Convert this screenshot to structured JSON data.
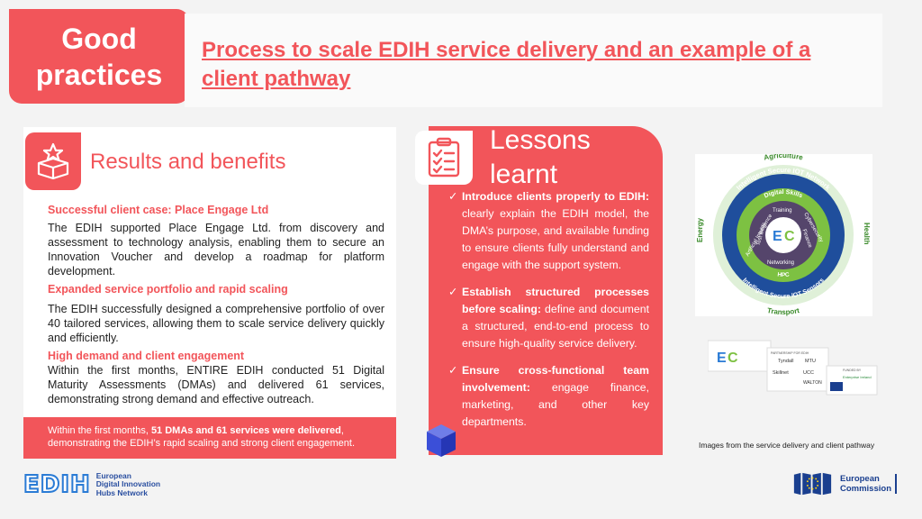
{
  "badge": {
    "line1": "Good",
    "line2": "practices"
  },
  "title": {
    "line1": "Process to scale EDIH service delivery and an example of a",
    "line2": "client pathway"
  },
  "results": {
    "heading": "Results and benefits",
    "sections": [
      {
        "subheading": "Successful client case: Place Engage Ltd",
        "text": "The EDIH supported Place Engage Ltd. from discovery and assessment to technology analysis, enabling them to secure an Innovation Voucher and develop a roadmap for platform development."
      },
      {
        "subheading": "Expanded service portfolio and rapid scaling",
        "text": "The EDIH successfully designed a comprehensive portfolio of over 40 tailored services, allowing them to scale service delivery quickly and efficiently."
      },
      {
        "subheading": "High demand and client engagement",
        "text": "Within the first months, ENTIRE EDIH conducted 51 Digital Maturity Assessments (DMAs) and delivered 61 services, demonstrating strong demand and effective outreach."
      }
    ],
    "callout": {
      "prefix": "Within the first months, ",
      "bold": "51 DMAs and 61 services were delivered",
      "suffix": ", demonstrating the EDIH’s rapid scaling and strong client engagement."
    }
  },
  "lessons": {
    "heading_line1": "Lessons",
    "heading_line2": "learnt",
    "items": [
      {
        "bold": "Introduce clients properly to EDIH:",
        "text": " clearly explain the EDIH model, the DMA’s purpose, and available funding to ensure clients fully understand and engage with the support system."
      },
      {
        "bold": "Establish structured processes before scaling:",
        "text": " define and document a structured, end-to-end process to ensure high-quality service delivery."
      },
      {
        "bold": "Ensure cross-functional team involvement:",
        "text": " engage finance, marketing, and other key departments."
      }
    ]
  },
  "wheel": {
    "outer_labels": [
      "Agriculture",
      "Health",
      "Transport",
      "Energy"
    ],
    "ring_labels": [
      "Intelligent Secure IOT Network",
      "Intelligent Secure IOT Sensors"
    ],
    "inner_labels": [
      "Digital Skills",
      "Cybersecurity",
      "HPC",
      "Artificial Intelligence"
    ],
    "core_labels": [
      "Training",
      "Finance",
      "Networking",
      "Test Beds"
    ]
  },
  "logos": {
    "partners_heading": "PARTNERSHIP FOR EDIH",
    "partner1": "Tyndall",
    "partner2": "MTU",
    "partner3": "Skillnet",
    "partner4": "UCC",
    "partner5": "WALTON",
    "funded_by": "FUNDED BY",
    "funder": "Enterprise Ireland"
  },
  "caption": "Images from the service delivery and client pathway",
  "footer": {
    "edih_mark": "EDIH",
    "edih_line1": "European",
    "edih_line2": "Digital Innovation",
    "edih_line3": "Hubs Network",
    "ec_line1": "European",
    "ec_line2": "Commission"
  },
  "colors": {
    "accent": "#f2555a",
    "eu_blue": "#1a3f8f"
  }
}
